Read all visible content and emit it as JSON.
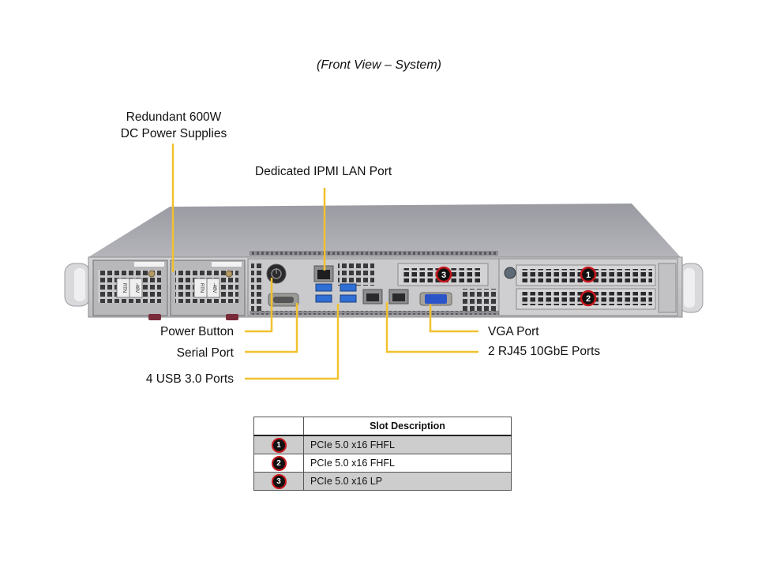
{
  "caption": "(Front View – System)",
  "callouts": {
    "psu_line1": "Redundant  600W",
    "psu_line2": "DC Power Supplies",
    "ipmi": "Dedicated IPMI  LAN Port",
    "power_button": "Power Button",
    "serial_port": "Serial Port",
    "usb_ports": "4 USB 3.0 Ports",
    "vga_port": "VGA Port",
    "rj45_ports": "2 RJ45 10GbE Ports"
  },
  "psu_tags": [
    "RTN",
    "-48V"
  ],
  "slot_badges": [
    "1",
    "2",
    "3"
  ],
  "slot_table": {
    "header_left": "",
    "header_right": "Slot Description",
    "rows": [
      {
        "slot": "1",
        "description": "PCIe  5.0 x16 FHFL"
      },
      {
        "slot": "2",
        "description": "PCIe  5.0 x16 FHFL"
      },
      {
        "slot": "3",
        "description": "PCIe  5.0 x16 LP"
      }
    ]
  },
  "colors": {
    "callout_line": "#f2c12e",
    "badge_ring": "#c8161c",
    "badge_fill": "#111111",
    "usb_blue": "#2f6fd6",
    "vga_blue": "#2c54c9",
    "table_shade": "#cdcdcd"
  }
}
